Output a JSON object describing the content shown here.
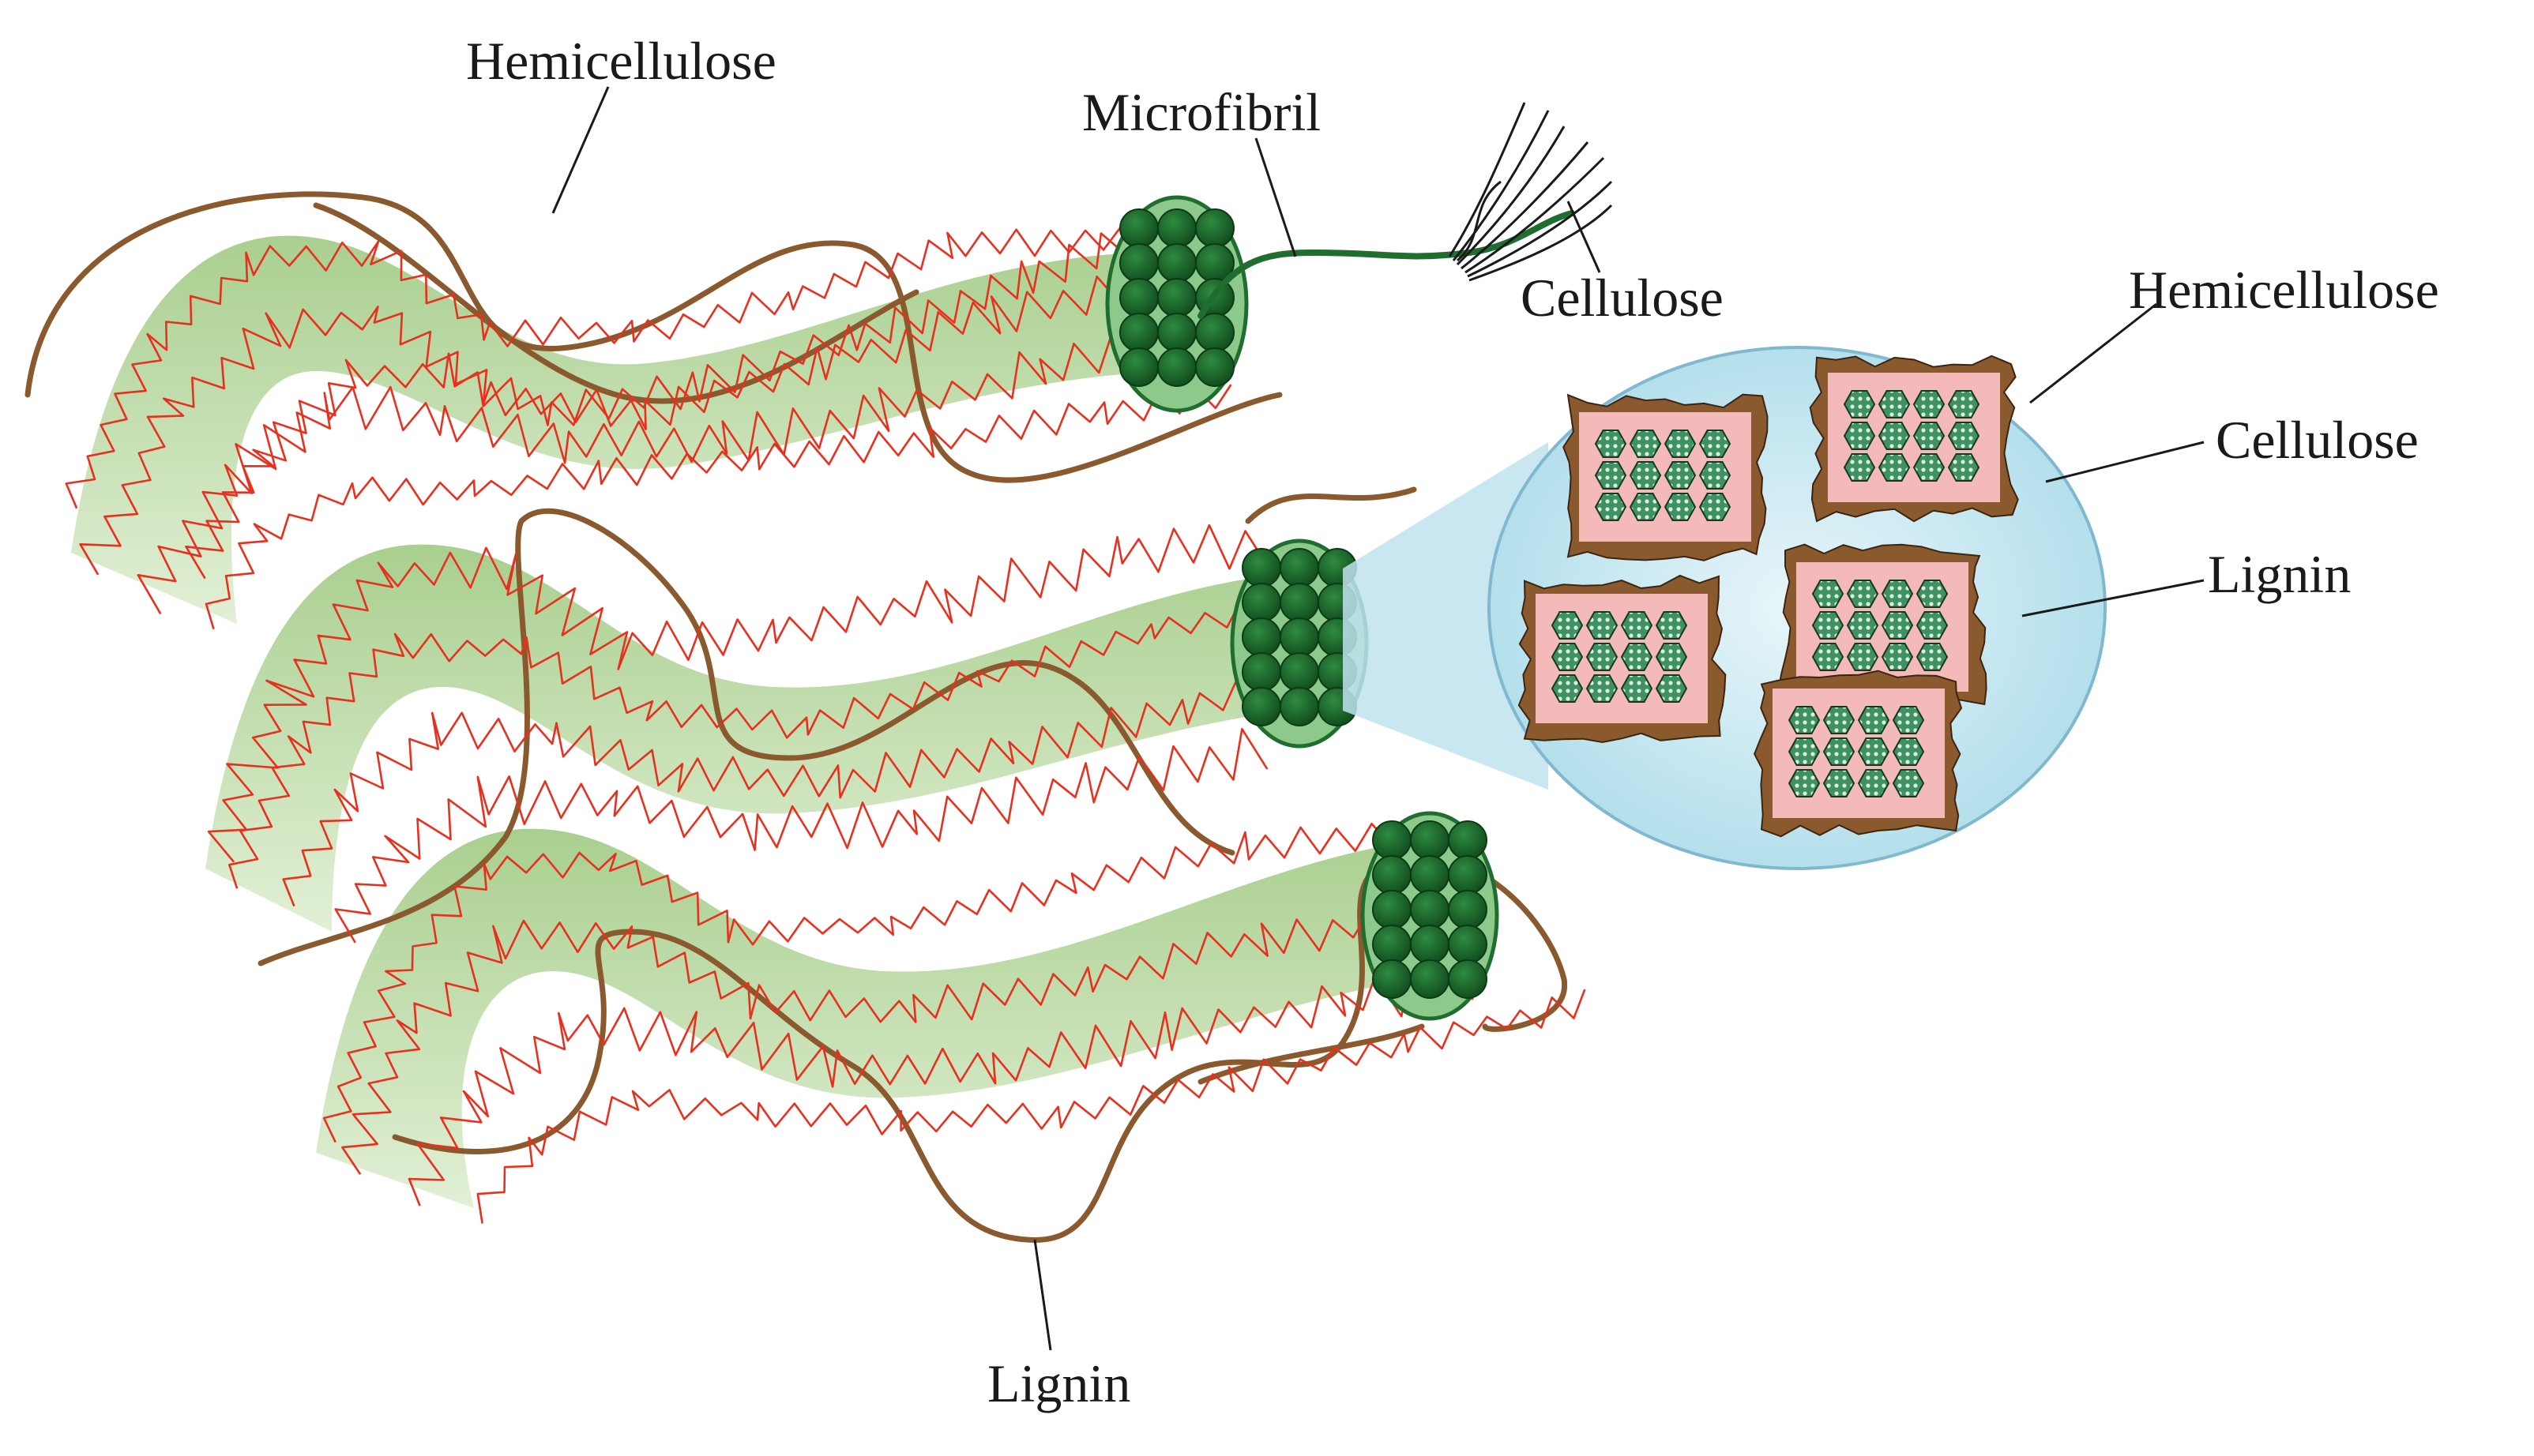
{
  "labels": {
    "hemicellulose_main": "Hemicellulose",
    "microfibril": "Microfibril",
    "cellulose_strands": "Cellulose",
    "hemicellulose_inset": "Hemicellulose",
    "cellulose_inset": "Cellulose",
    "lignin_inset": "Lignin",
    "lignin_bottom": "Lignin"
  },
  "colors": {
    "fibril_green": "#b9d6a0",
    "bundle_green": "#1f6e2f",
    "hemicellulose_red": "#e8301e",
    "lignin_brown": "#8a5a2e",
    "inset_blue": "#bfe3ee",
    "pink_matrix": "#f4b9b9",
    "cellulose_cell": "#4a9a6a"
  }
}
